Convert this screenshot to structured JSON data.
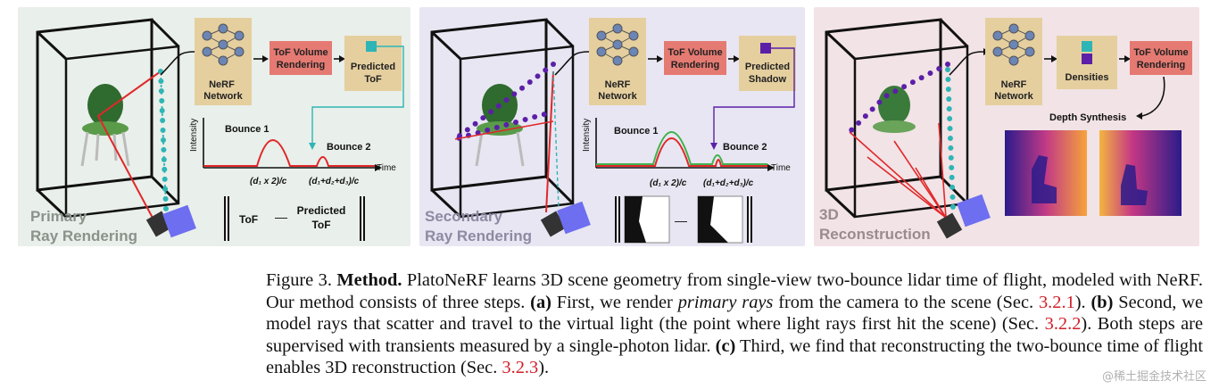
{
  "panel_a": {
    "network_label": "NeRF\nNetwork",
    "render_label": "ToF Volume\nRendering",
    "output_label": "Predicted\nToF",
    "bounce1": "Bounce 1",
    "bounce2": "Bounce 2",
    "axis_y": "Intensity",
    "axis_x": "Time",
    "tick1": "(d₁ x 2)/c",
    "tick2": "(d₁+d₂+d₃)/c",
    "loss_left": "ToF",
    "loss_right": "Predicted\nToF",
    "panel_title_1": "Primary",
    "panel_title_2": "Ray Rendering"
  },
  "panel_b": {
    "network_label": "NeRF\nNetwork",
    "render_label": "ToF Volume\nRendering",
    "output_label": "Predicted\nShadow",
    "bounce1": "Bounce 1",
    "bounce2": "Bounce 2",
    "axis_y": "Intensity",
    "axis_x": "Time",
    "tick1": "(d₁ x 2)/c",
    "tick2": "(d₁+d₂+d₃)/c",
    "panel_title_1": "Secondary",
    "panel_title_2": "Ray Rendering"
  },
  "panel_c": {
    "network_label": "NeRF\nNetwork",
    "densities_label": "Densities",
    "render_label": "ToF Volume\nRendering",
    "synthesis_label": "Depth Synthesis",
    "panel_title_1": "3D",
    "panel_title_2": "Reconstruction"
  },
  "caption": {
    "fig": "Figure 3.",
    "method": "Method.",
    "s1": " PlatoNeRF learns 3D scene geometry from single-view two-bounce lidar time of flight, modeled with NeRF. Our method consists of three steps. ",
    "a": "(a)",
    "s2": " First, we render ",
    "primary": "primary rays",
    "s3": " from the camera to the scene (Sec. ",
    "ref1": "3.2.1",
    "s4": "). ",
    "b": "(b)",
    "s5": " Second, we model rays that scatter and travel to the virtual light (the point where light rays first hit the scene) (Sec. ",
    "ref2": "3.2.2",
    "s6": "). Both steps are supervised with transients measured by a single-photon lidar. ",
    "c": "(c)",
    "s7": " Third, we find that reconstructing the two-bounce time of flight enables 3D reconstruction (Sec. ",
    "ref3": "3.2.3",
    "s8": ")."
  },
  "watermark": "@稀土掘金技术社区",
  "colors": {
    "network_box": "#e5cf9f",
    "render_box": "#e57a72",
    "teal": "#2eb5b5",
    "purple": "#5b1fa8",
    "red_curve": "#e0282a",
    "green_curve": "#3fb24c",
    "camera": "#6d6ef0"
  }
}
